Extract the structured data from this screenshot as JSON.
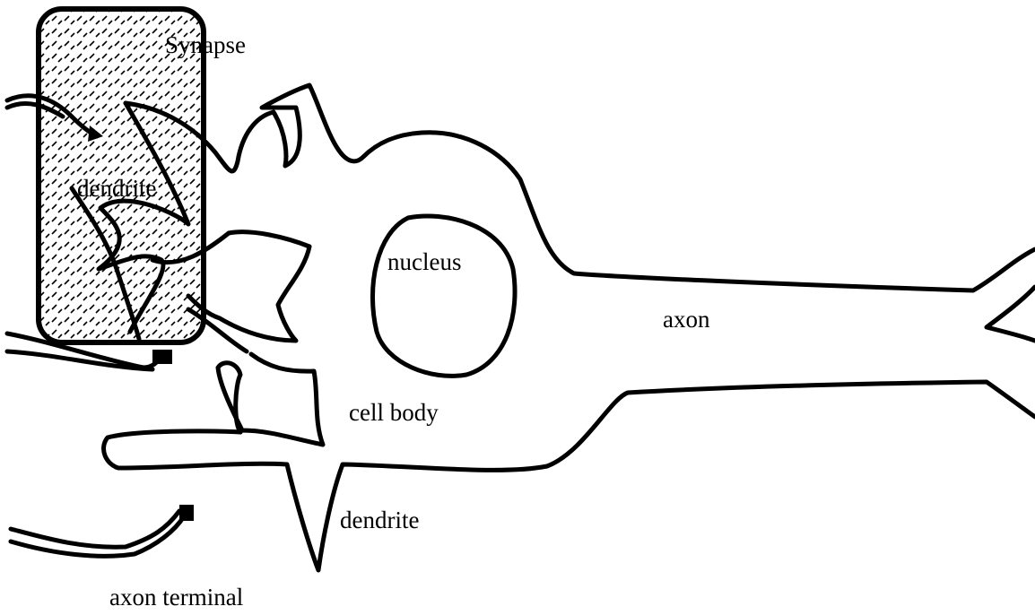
{
  "diagram": {
    "labels": {
      "synapse": "Synapse",
      "dendrite_top": "dendrite",
      "nucleus": "nucleus",
      "axon": "axon",
      "cell_body": "cell body",
      "dendrite_bottom": "dendrite",
      "axon_terminal": "axon terminal"
    },
    "colors": {
      "stroke": "#000000",
      "background": "#ffffff"
    }
  }
}
